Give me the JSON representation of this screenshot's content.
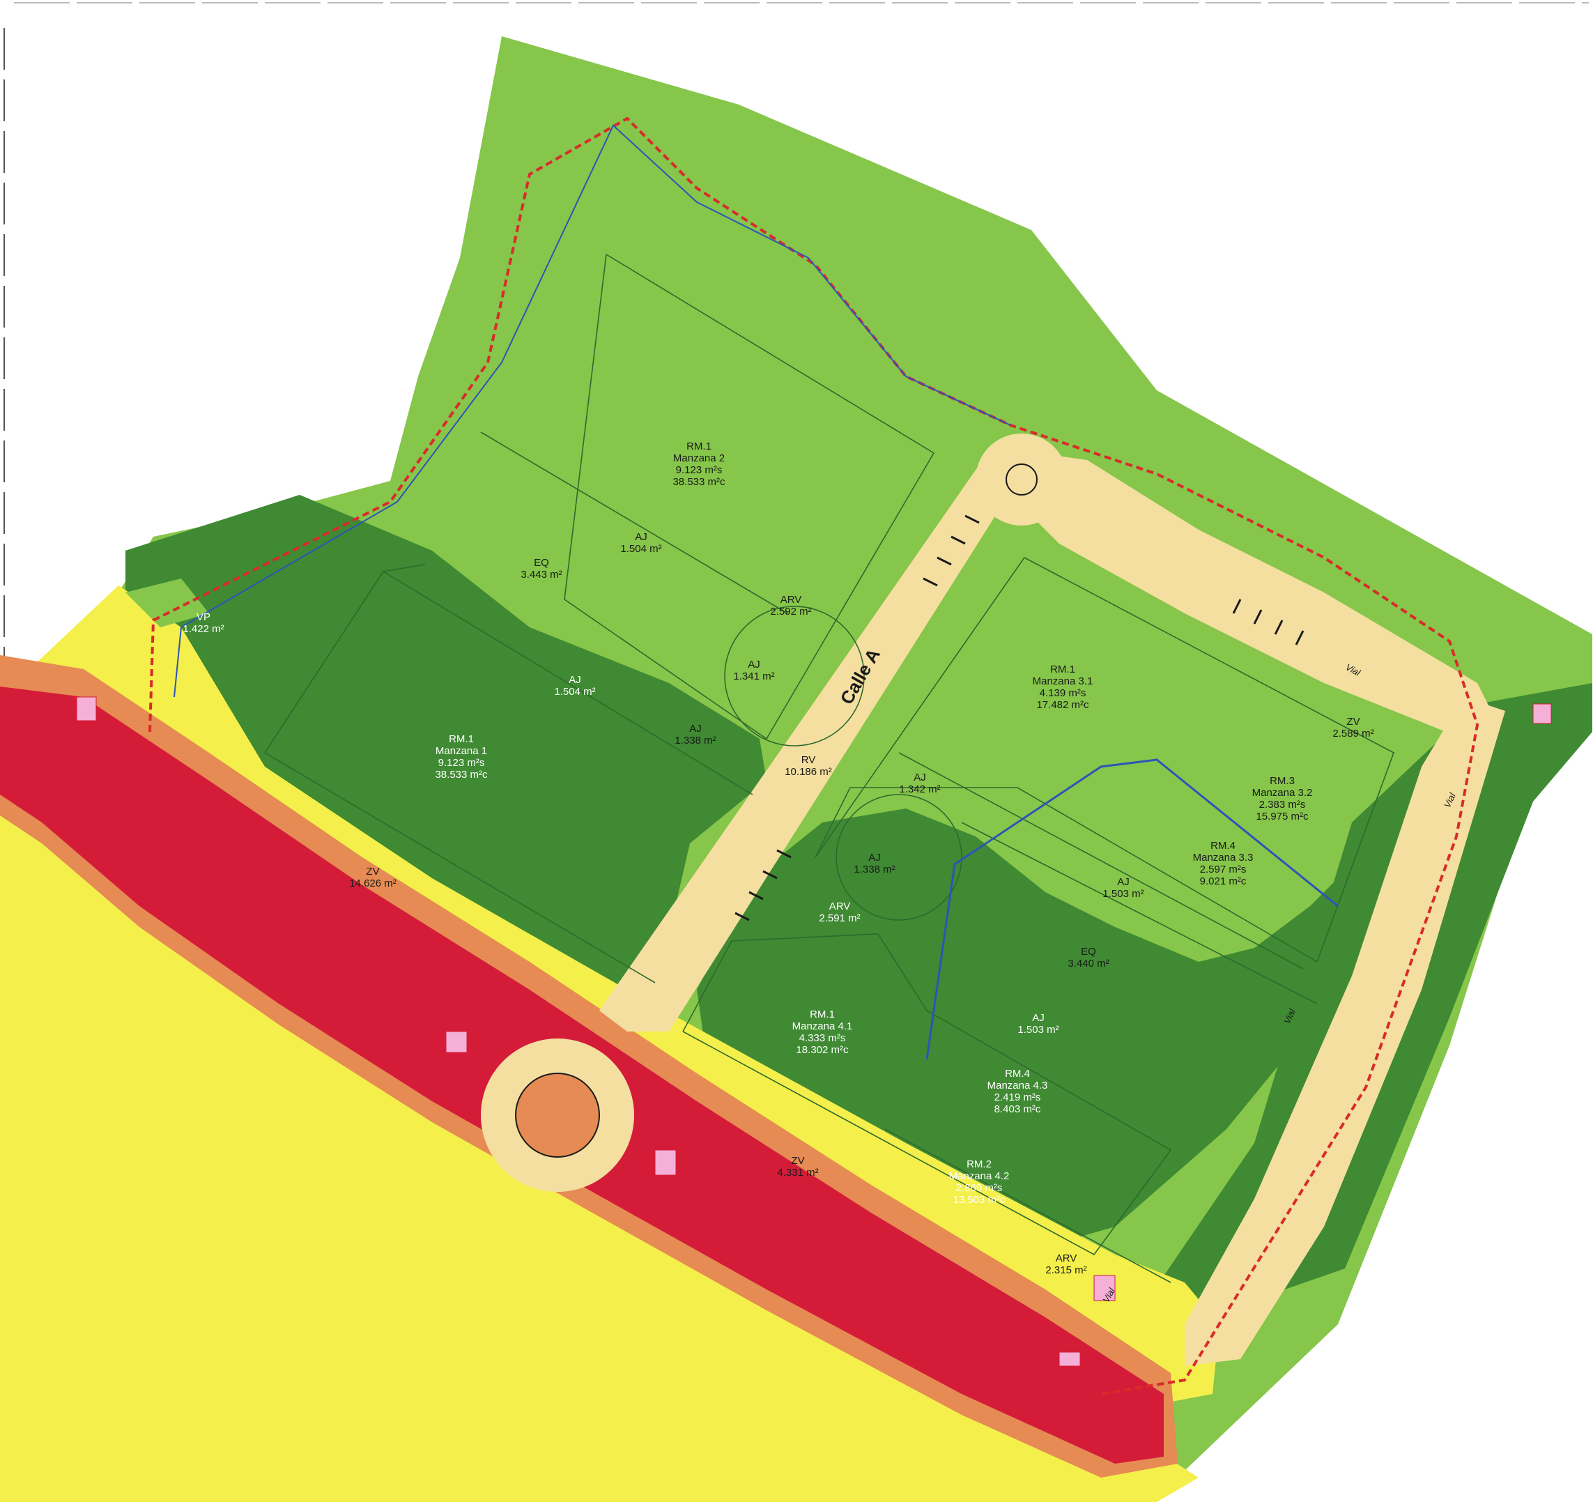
{
  "colors": {
    "green_light": "#86c64a",
    "green_dark": "#3f8a33",
    "green_mid": "#6db344",
    "yellow": "#f4ef4a",
    "road_cream": "#f4dfa0",
    "road_red": "#d41c39",
    "road_orange": "#e58b53",
    "plan_line": "#2e6a2e",
    "boundary_red": "#d92b2b",
    "boundary_blue": "#2c55b8"
  },
  "street": {
    "name": "Calle A"
  },
  "blocks": [
    {
      "id": "rm1-m2",
      "lines": [
        "RM.1",
        "Manzana 2",
        "9.123 m²s",
        "38.533 m²c"
      ]
    },
    {
      "id": "eq-1",
      "lines": [
        "EQ",
        "3.443 m²"
      ]
    },
    {
      "id": "aj-1",
      "lines": [
        "AJ",
        "1.504 m²"
      ]
    },
    {
      "id": "arv-1",
      "lines": [
        "ARV",
        "2.592 m²"
      ]
    },
    {
      "id": "aj-2",
      "lines": [
        "AJ",
        "1.341 m²"
      ]
    },
    {
      "id": "aj-3",
      "lines": [
        "AJ",
        "1.504 m²"
      ]
    },
    {
      "id": "vp-1",
      "lines": [
        "VP",
        "1.422 m²"
      ]
    },
    {
      "id": "aj-4",
      "lines": [
        "AJ",
        "1.338 m²"
      ]
    },
    {
      "id": "rm1-m1",
      "lines": [
        "RM.1",
        "Manzana 1",
        "9.123 m²s",
        "38.533 m²c"
      ]
    },
    {
      "id": "rv",
      "lines": [
        "RV",
        "10.186 m²"
      ]
    },
    {
      "id": "zv-1",
      "lines": [
        "ZV",
        "14.626 m²"
      ]
    },
    {
      "id": "rm1-m31",
      "lines": [
        "RM.1",
        "Manzana 3.1",
        "4.139 m²s",
        "17.482 m²c"
      ]
    },
    {
      "id": "zv-2",
      "lines": [
        "ZV",
        "2.589 m²"
      ]
    },
    {
      "id": "rm3-m32",
      "lines": [
        "RM.3",
        "Manzana 3.2",
        "2.383 m²s",
        "15.975 m²c"
      ]
    },
    {
      "id": "aj-5",
      "lines": [
        "AJ",
        "1.342 m²"
      ]
    },
    {
      "id": "rm4-m33",
      "lines": [
        "RM.4",
        "Manzana 3.3",
        "2.597 m²s",
        "9.021 m²c"
      ]
    },
    {
      "id": "aj-6",
      "lines": [
        "AJ",
        "1.338 m²"
      ]
    },
    {
      "id": "aj-7",
      "lines": [
        "AJ",
        "1.503 m²"
      ]
    },
    {
      "id": "arv-2",
      "lines": [
        "ARV",
        "2.591 m²"
      ]
    },
    {
      "id": "eq-2",
      "lines": [
        "EQ",
        "3.440 m²"
      ]
    },
    {
      "id": "aj-8",
      "lines": [
        "AJ",
        "1.503 m²"
      ]
    },
    {
      "id": "rm1-m41",
      "lines": [
        "RM.1",
        "Manzana 4.1",
        "4.333 m²s",
        "18.302 m²c"
      ]
    },
    {
      "id": "rm4-m43",
      "lines": [
        "RM.4",
        "Manzana 4.3",
        "2.419 m²s",
        "8.403 m²c"
      ]
    },
    {
      "id": "zv-3",
      "lines": [
        "ZV",
        "4.331 m²"
      ]
    },
    {
      "id": "rm2-m42",
      "lines": [
        "RM.2",
        "Manzana 4.2",
        "2.869 m²s",
        "13.503 m²c"
      ]
    },
    {
      "id": "arv-3",
      "lines": [
        "ARV",
        "2.315 m²"
      ]
    }
  ],
  "road_hints": [
    "Vial",
    "Vial",
    "Vial",
    "Vial"
  ]
}
